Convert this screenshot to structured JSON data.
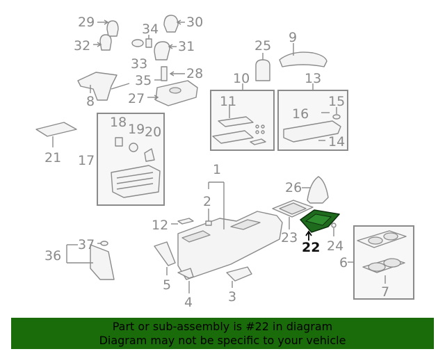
{
  "labels": {
    "l1": "1",
    "l2": "2",
    "l3": "3",
    "l4": "4",
    "l5": "5",
    "l6": "6",
    "l7": "7",
    "l8": "8",
    "l9": "9",
    "l10": "10",
    "l11": "11",
    "l12": "12",
    "l13": "13",
    "l14": "14",
    "l15": "15",
    "l16": "16",
    "l17": "17",
    "l18": "18",
    "l19": "19",
    "l20": "20",
    "l21": "21",
    "l22": "22",
    "l23": "23",
    "l24": "24",
    "l25": "25",
    "l26": "26",
    "l27": "27",
    "l28": "28",
    "l29": "29",
    "l30": "30",
    "l31": "31",
    "l32": "32",
    "l33": "33",
    "l34": "34",
    "l35": "35",
    "l36": "36",
    "l37": "37"
  },
  "highlighted_part": "22",
  "banner": {
    "line1": "Part or sub-assembly is #22 in diagram",
    "line2": "Diagram may not be specific to your vehicle"
  },
  "colors": {
    "highlight": "#1e6b1e",
    "banner": "#1a6b0a",
    "line_art": "#8a8a8a"
  }
}
